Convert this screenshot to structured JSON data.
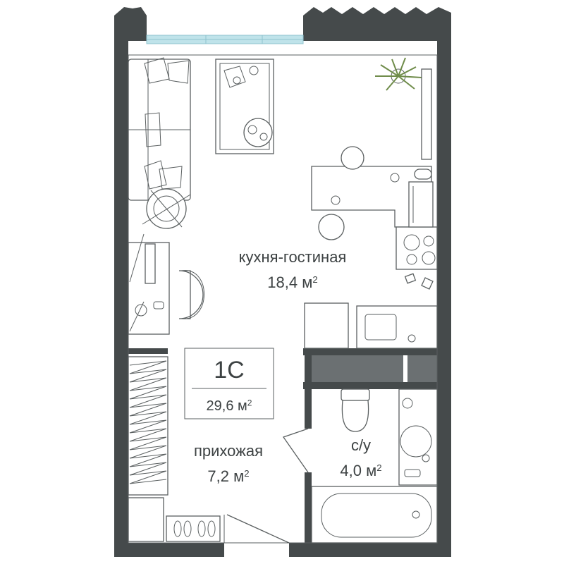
{
  "colors": {
    "wall": "#454a4b",
    "window": "#bfe3ea",
    "line": "#5a5f60",
    "plant": "#6f8c4a"
  },
  "unit": {
    "type": "1С",
    "total_area_value": "29,6",
    "unit_suffix": "м",
    "unit_power": "2"
  },
  "rooms": [
    {
      "id": "kitchen_living",
      "name": "кухня-гостиная",
      "area_value": "18,4"
    },
    {
      "id": "hallway",
      "name": "прихожая",
      "area_value": "7,2"
    },
    {
      "id": "bathroom",
      "name": "с/у",
      "area_value": "4,0"
    }
  ]
}
